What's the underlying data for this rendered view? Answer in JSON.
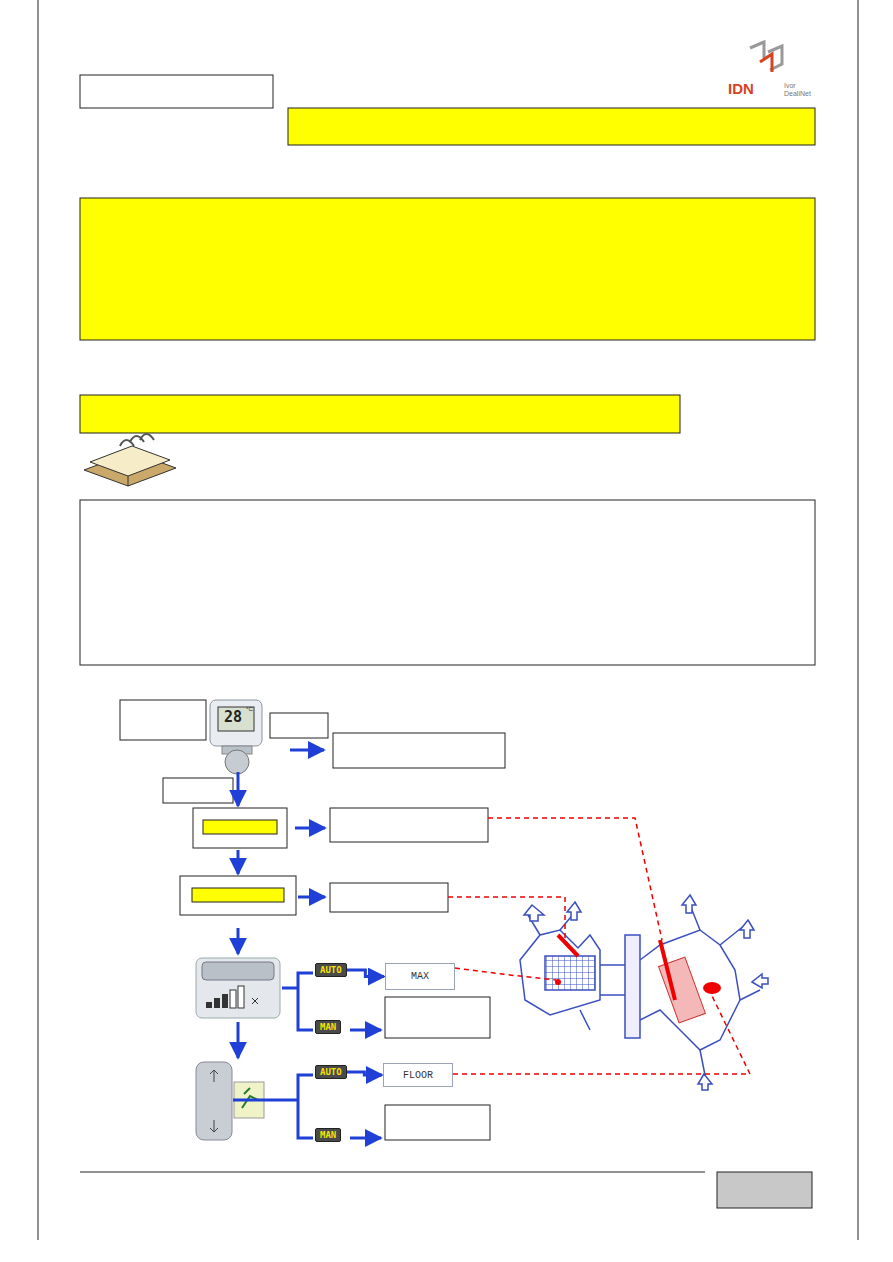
{
  "diagram": {
    "nodes": [
      {
        "text": [
          "AUTO"
        ]
      },
      {
        "text": [
          "MAX"
        ]
      },
      {
        "text": [
          "MAN"
        ]
      },
      {
        "text": [
          "AUTO"
        ]
      },
      {
        "text": [
          "FLOOR"
        ]
      },
      {
        "text": [
          "MAN"
        ]
      }
    ],
    "edges": [
      {
        "from": 0,
        "to": 1,
        "arrow": "to"
      },
      {
        "from": 3,
        "to": 4,
        "arrow": "to"
      }
    ],
    "labels": [
      "IDN",
      "Ivor DealiNet",
      "28",
      "°C"
    ]
  }
}
